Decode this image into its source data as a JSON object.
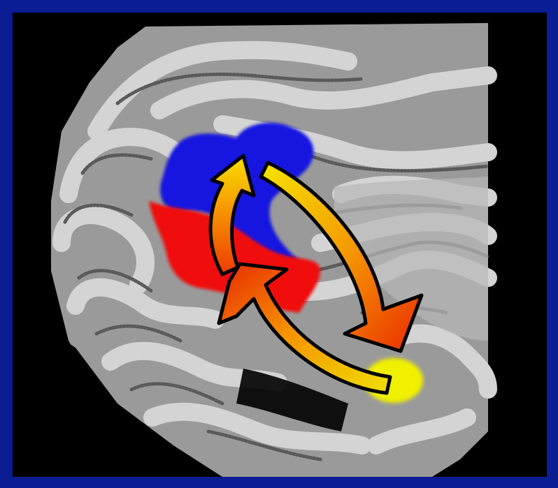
{
  "image": {
    "frame_color": "#0b1d93",
    "background_color": "#000000",
    "regions": [
      {
        "name": "blue-region",
        "color": "#1414e0"
      },
      {
        "name": "red-region",
        "color": "#f01010"
      },
      {
        "name": "yellow-region",
        "color": "#f0f000"
      }
    ],
    "arrows": [
      {
        "name": "arrow-red-to-blue",
        "from": "red-region",
        "to": "blue-region"
      },
      {
        "name": "arrow-blue-to-yellow",
        "from": "blue-region",
        "to": "yellow-region"
      },
      {
        "name": "arrow-yellow-to-red",
        "from": "yellow-region",
        "to": "red-region"
      }
    ]
  }
}
